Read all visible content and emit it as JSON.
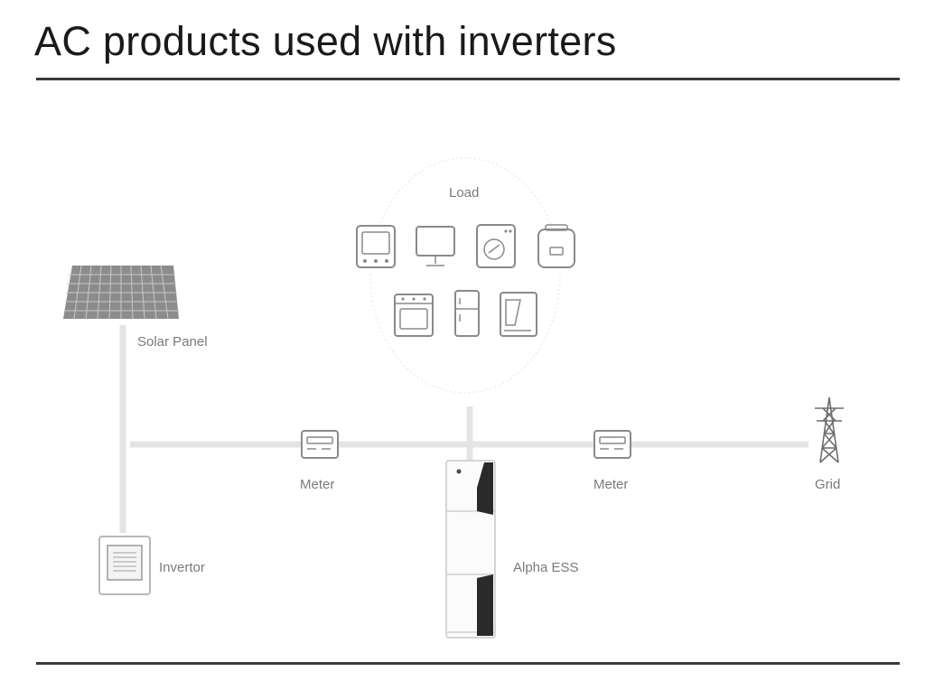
{
  "title": "AC products used with inverters",
  "diagram": {
    "load_label": "Load",
    "solar_label": "Solar Panel",
    "meter_left_label": "Meter",
    "meter_right_label": "Meter",
    "grid_label": "Grid",
    "inverter_label": "Invertor",
    "ess_label": "Alpha ESS",
    "load_icons": [
      "oven-icon",
      "monitor-icon",
      "washing-machine-icon",
      "rice-cooker-icon",
      "microwave-icon",
      "fridge-icon",
      "coffee-machine-icon"
    ]
  },
  "colors": {
    "title": "#1a1a1a",
    "rule": "#3a3a3a",
    "wire": "#e4e4e4",
    "label": "#7a7a7a",
    "device_stroke": "#8a8a8a",
    "solar_panel": "#8c8c8c"
  }
}
